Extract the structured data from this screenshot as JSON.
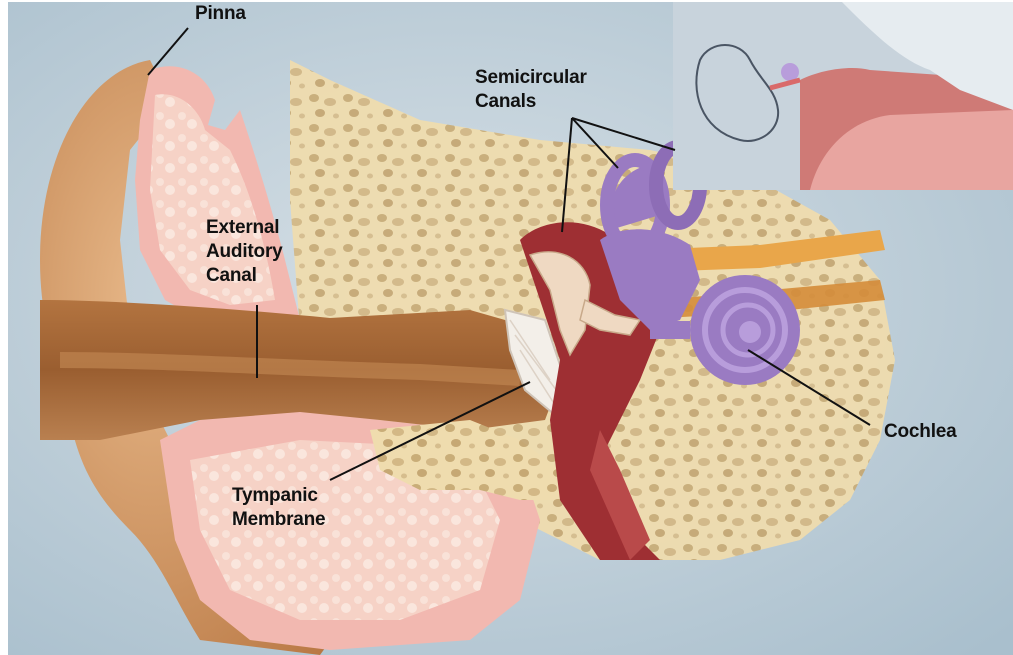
{
  "labels": {
    "pinna": "Pinna",
    "semicircular": [
      "Semicircular",
      "Canals"
    ],
    "external": [
      "External",
      "Auditory",
      "Canal"
    ],
    "cochlea": "Cochlea",
    "tympanic": [
      "Tympanic",
      "Membrane"
    ]
  },
  "colors": {
    "background": "#b6c9d6",
    "skin": "#c98a58",
    "cartilage": "#f2b8b0",
    "bone": "#efdcae",
    "middle_ear": "#9e2f33",
    "inner_ear": "#9a7bc2",
    "nerve": "#e9a64a"
  }
}
